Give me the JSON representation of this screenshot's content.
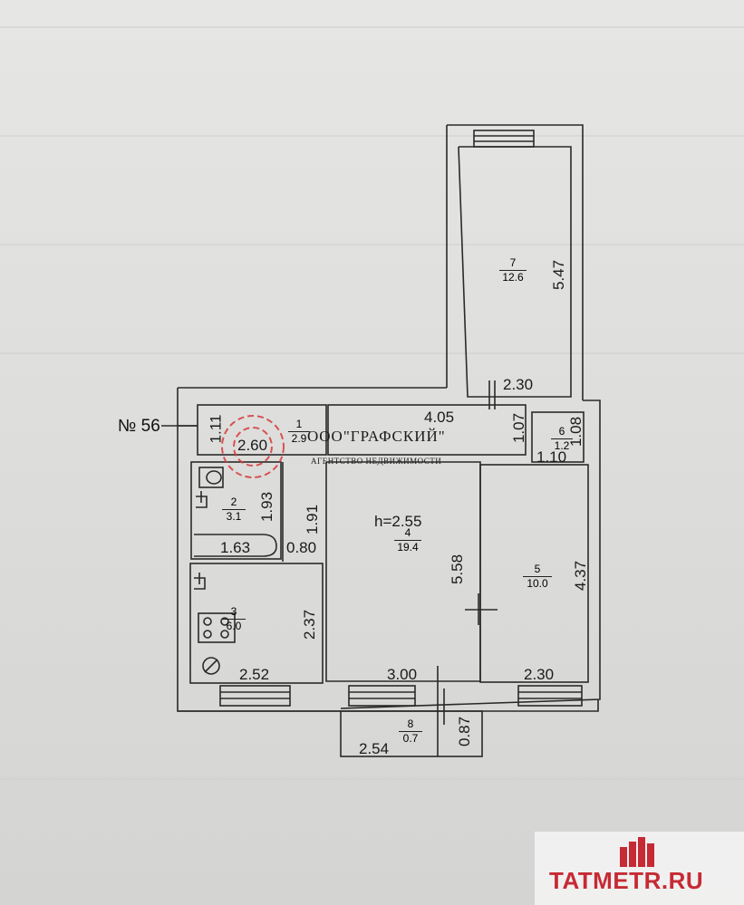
{
  "flat_number": "№ 56",
  "ceiling_height": "h=2.55",
  "rooms": [
    {
      "no": "1",
      "area": "2.9"
    },
    {
      "no": "2",
      "area": "3.1"
    },
    {
      "no": "3",
      "area": "6.0"
    },
    {
      "no": "4",
      "area": "19.4"
    },
    {
      "no": "5",
      "area": "10.0"
    },
    {
      "no": "6",
      "area": "1.2"
    },
    {
      "no": "7",
      "area": "12.6"
    },
    {
      "no": "8",
      "area": "0.7"
    }
  ],
  "dimensions": {
    "r7_width": "2.30",
    "r7_length": "5.47",
    "r1_depth": "1.11",
    "r1_width": "2.60",
    "corridor_length": "4.05",
    "corridor_depth": "1.07",
    "r6_height": "1.08",
    "r6_width": "1.10",
    "r2_height": "1.93",
    "r2_width": "1.63",
    "passage_height": "1.91",
    "passage_width": "0.80",
    "r4_length": "5.58",
    "r4_width": "3.00",
    "r5_length": "4.37",
    "r5_width": "2.30",
    "r3_depth": "2.37",
    "r3_width": "2.52",
    "r8_width": "2.54",
    "r8_depth": "0.87"
  },
  "stamp": {
    "org": "ООО\"ГРАФСКИЙ\"",
    "subtitle": "АГЕНТСТВО НЕДВИЖИМОСТИ"
  },
  "watermark": {
    "text": "TATMETR.RU",
    "color": "#c62a34"
  }
}
